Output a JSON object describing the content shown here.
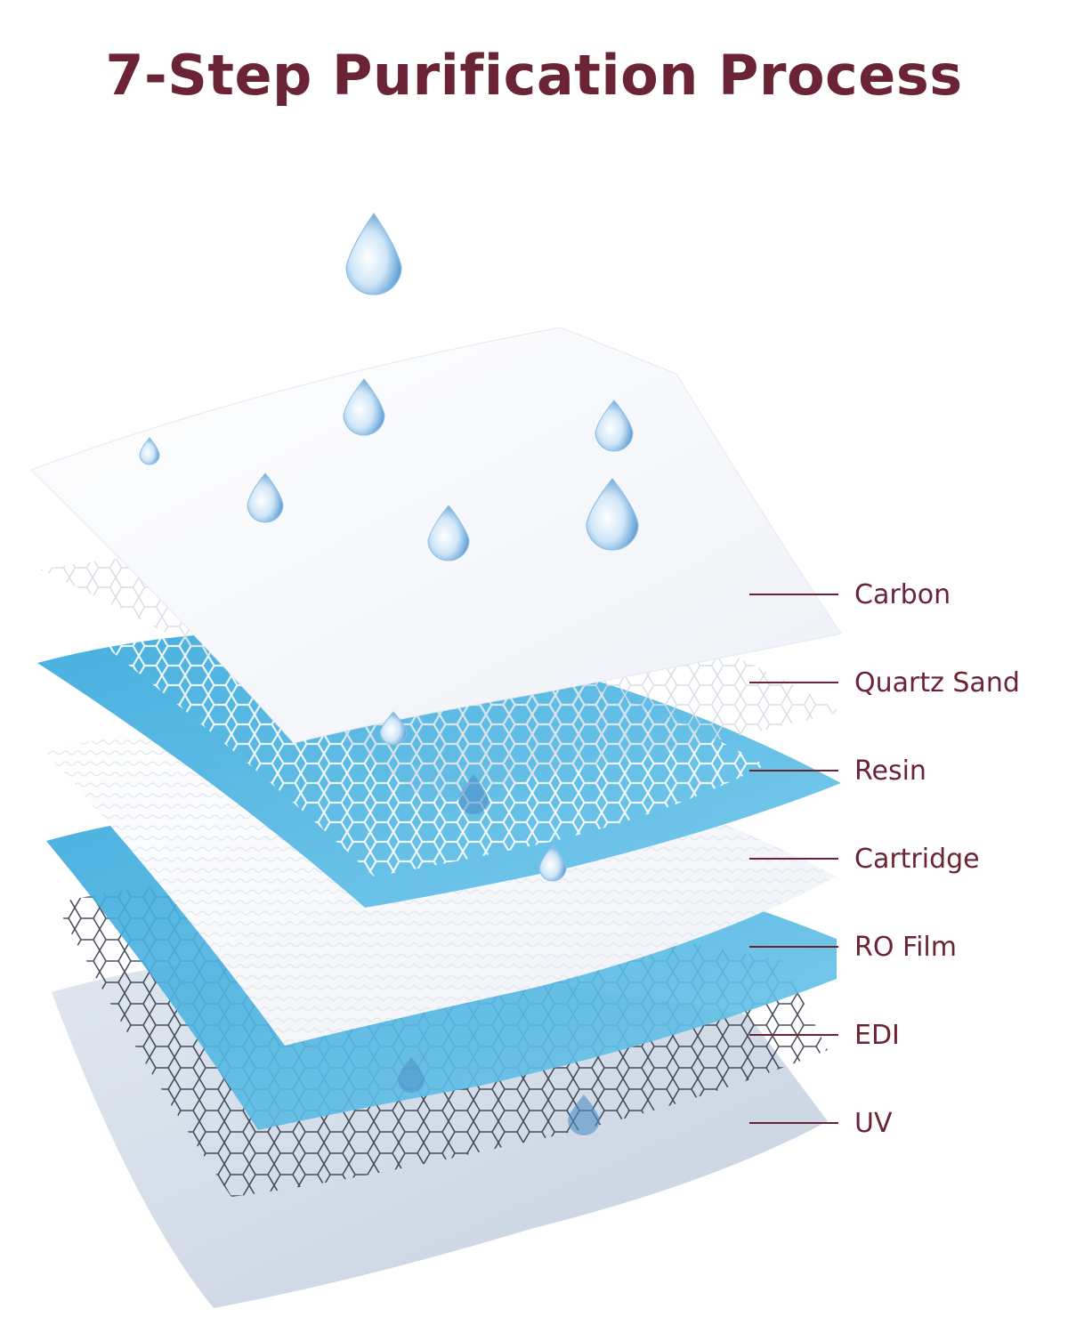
{
  "title": "7-Step Purification Process",
  "colors": {
    "title": "#6b2436",
    "label": "#6b2436",
    "blue_layer": "#4ab3df",
    "white_layer": "#f4f6fb",
    "mesh": "#2b3545"
  },
  "layers": [
    {
      "label": "Carbon"
    },
    {
      "label": "Quartz Sand"
    },
    {
      "label": "Resin"
    },
    {
      "label": "Cartridge"
    },
    {
      "label": "RO Film"
    },
    {
      "label": "EDI"
    },
    {
      "label": "UV"
    }
  ],
  "icons": [
    "water-drop-icon"
  ]
}
